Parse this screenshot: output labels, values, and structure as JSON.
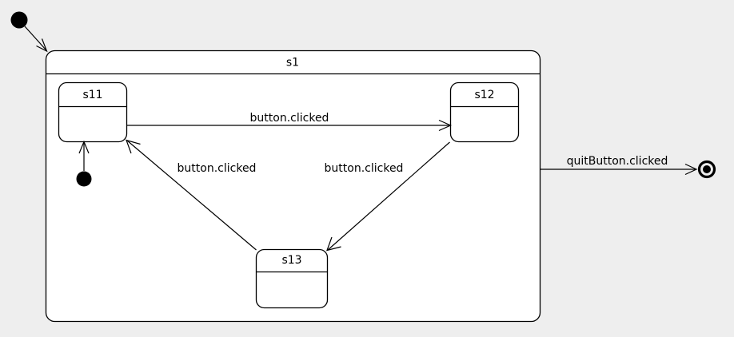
{
  "diagram": {
    "kind": "uml-state-machine",
    "background_color": "#eeeeee",
    "line_color": "#000000",
    "fill_color": "#ffffff",
    "composite_state": {
      "name": "s1",
      "label": "s1"
    },
    "substates": [
      {
        "id": "s11",
        "label": "s11"
      },
      {
        "id": "s12",
        "label": "s12"
      },
      {
        "id": "s13",
        "label": "s13"
      }
    ],
    "pseudostates": [
      {
        "id": "initial-outer",
        "type": "initial",
        "label": ""
      },
      {
        "id": "initial-inner",
        "type": "initial",
        "label": ""
      },
      {
        "id": "final",
        "type": "final",
        "label": ""
      }
    ],
    "transitions": [
      {
        "id": "start-to-s1",
        "from": "initial-outer",
        "to": "s1",
        "label": ""
      },
      {
        "id": "start-to-s11",
        "from": "initial-inner",
        "to": "s11",
        "label": ""
      },
      {
        "id": "s11-to-s12",
        "from": "s11",
        "to": "s12",
        "label": "button.clicked"
      },
      {
        "id": "s12-to-s13",
        "from": "s12",
        "to": "s13",
        "label": "button.clicked"
      },
      {
        "id": "s13-to-s11",
        "from": "s13",
        "to": "s11",
        "label": "button.clicked"
      },
      {
        "id": "s1-to-final",
        "from": "s1",
        "to": "final",
        "label": "quitButton.clicked"
      }
    ]
  }
}
